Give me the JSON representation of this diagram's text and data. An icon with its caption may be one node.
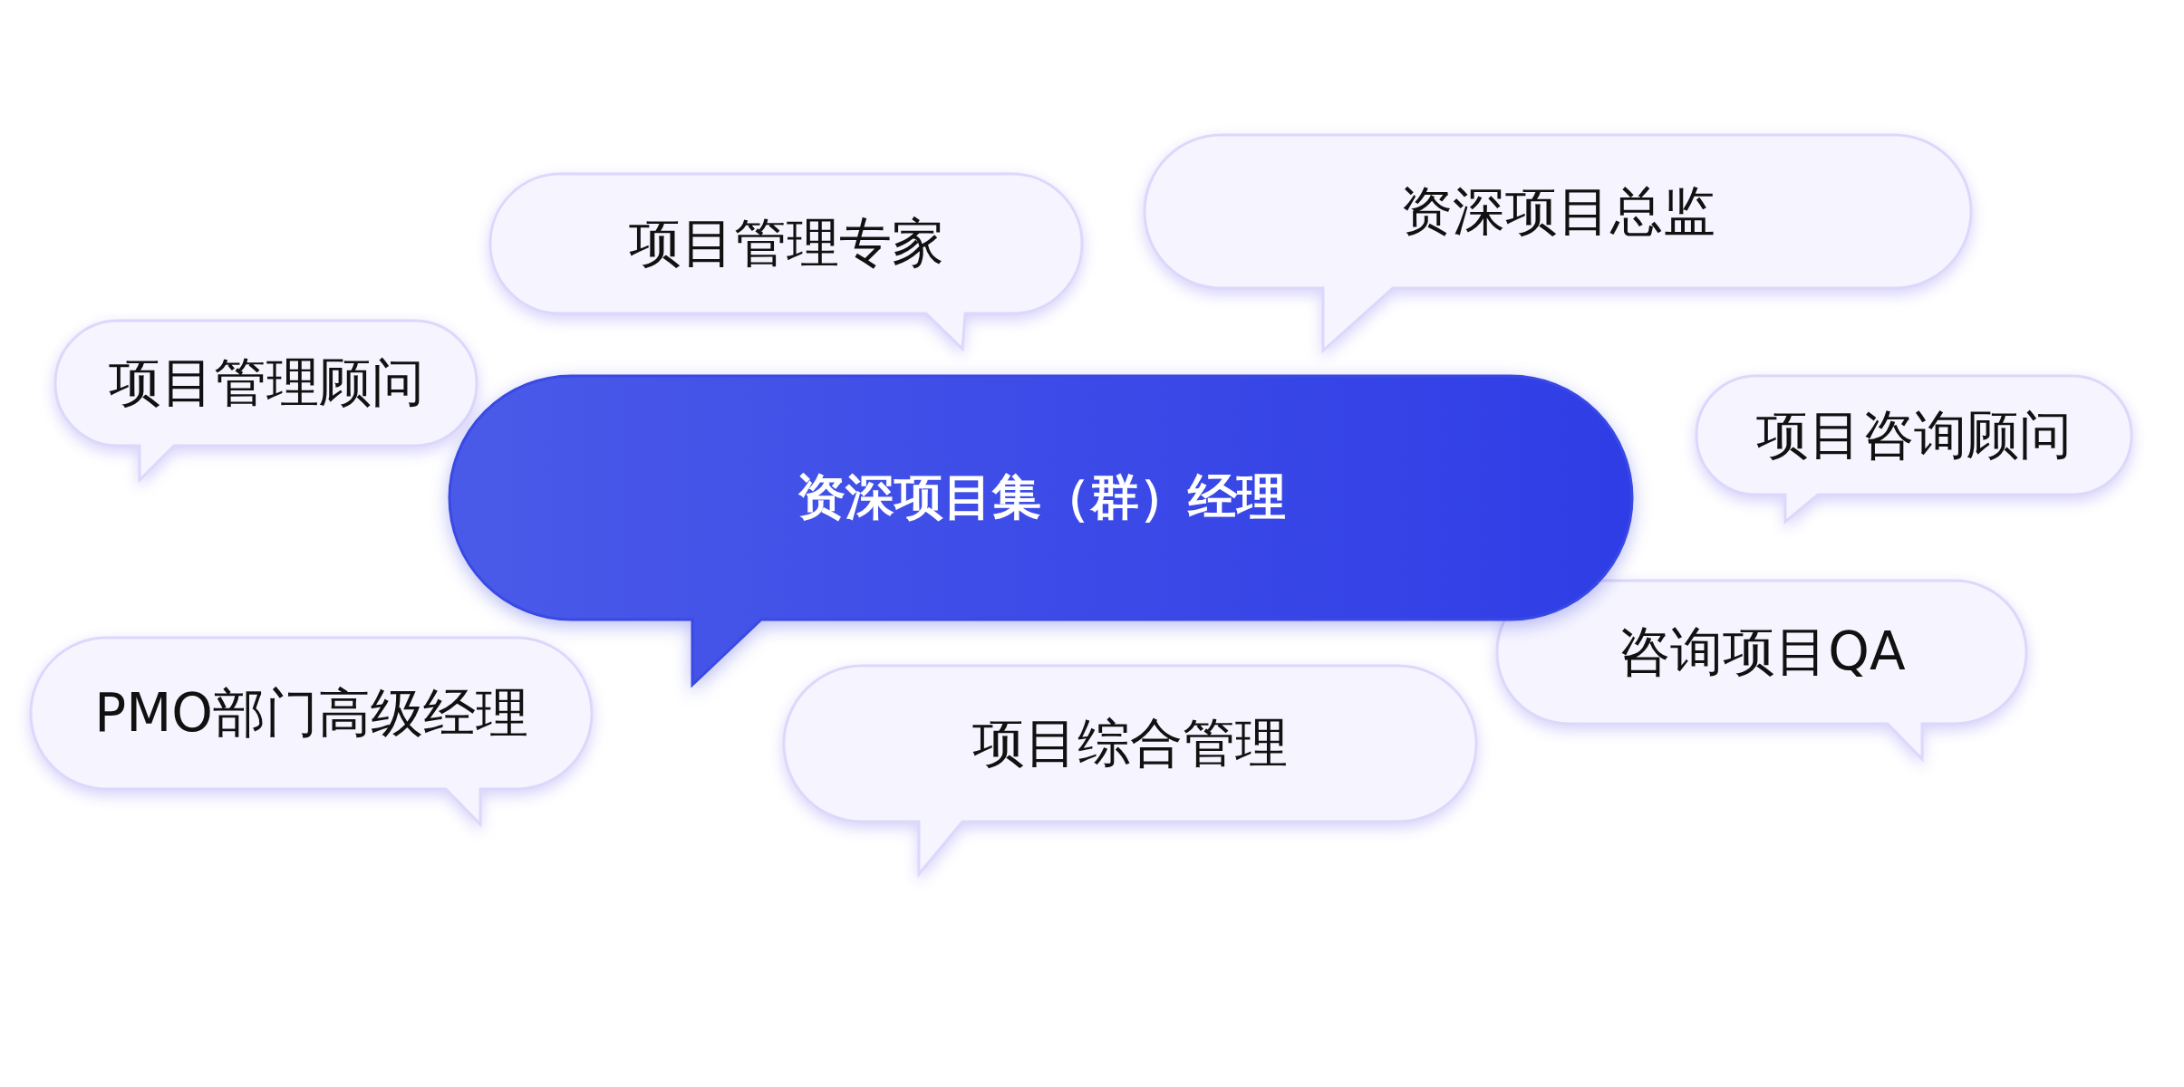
{
  "diagram": {
    "nodes": [
      {
        "text": [
          "项目管理专家"
        ]
      },
      {
        "text": [
          "资深项目总监"
        ]
      },
      {
        "text": [
          "项目管理顾问"
        ]
      },
      {
        "text": [
          "资深项目集（群）经理"
        ]
      },
      {
        "text": [
          "项目咨询顾问"
        ]
      },
      {
        "text": [
          "咨询项目QA"
        ]
      },
      {
        "text": [
          "PMO部门高级经理"
        ]
      },
      {
        "text": [
          "项目综合管理"
        ]
      }
    ]
  }
}
